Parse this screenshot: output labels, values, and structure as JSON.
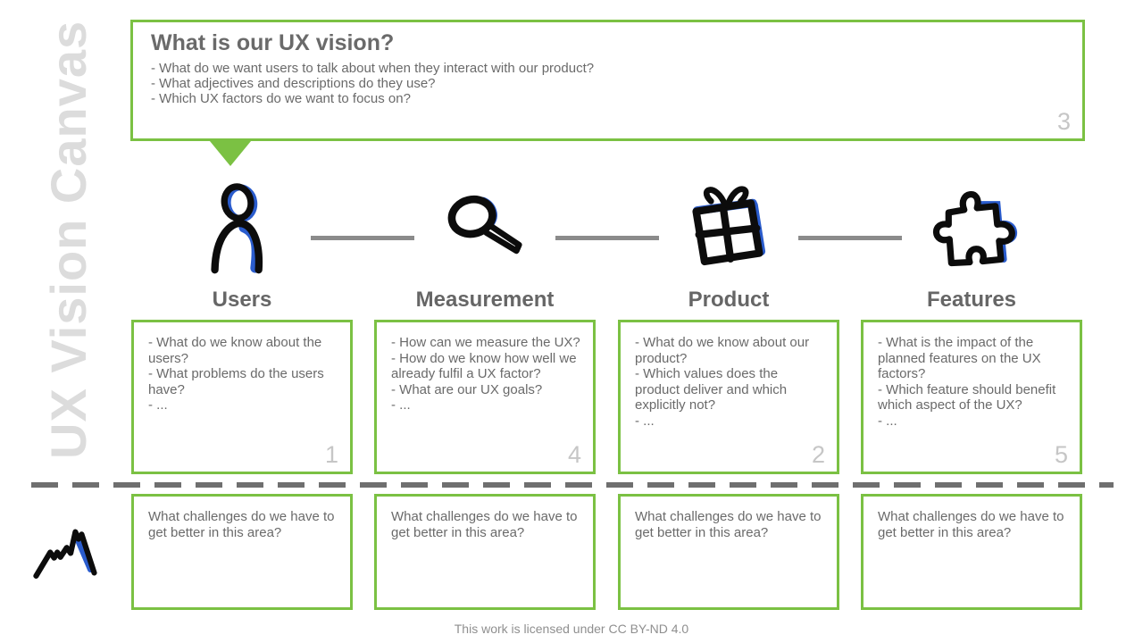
{
  "canvas_title": "UX Vision Canvas",
  "vision_box": {
    "title": "What is our UX vision?",
    "bullets": [
      "- What do we want users to talk about when they interact with our product?",
      "- What adjectives and descriptions do they use?",
      "- Which UX factors do we want to focus on?"
    ],
    "number": "3"
  },
  "columns": [
    {
      "label": "Users",
      "icon": "person-icon",
      "questions": [
        "- What do we know about the users?",
        "- What problems do the users have?",
        "- ..."
      ],
      "number": "1"
    },
    {
      "label": "Measurement",
      "icon": "magnifier-icon",
      "questions": [
        "- How can we measure the UX?",
        "- How do we know how well we already fulfil a UX factor?",
        "- What are our UX goals?",
        "- ..."
      ],
      "number": "4"
    },
    {
      "label": "Product",
      "icon": "gift-icon",
      "questions": [
        "- What do we know about our product?",
        "- Which values does the product deliver and which explicitly not?",
        "- ..."
      ],
      "number": "2"
    },
    {
      "label": "Features",
      "icon": "puzzle-icon",
      "questions": [
        "- What is the impact of the planned features on the UX factors?",
        "- Which feature should benefit which aspect of the UX?",
        "- ..."
      ],
      "number": "5"
    }
  ],
  "challenge_prompt": "What challenges do we have to get better in this area?",
  "footer": {
    "license_text": "This work is licensed under CC BY-ND 4.0"
  },
  "colors": {
    "accent_green": "#7bc143",
    "accent_blue": "#2a5ccd",
    "text_gray": "#6a6a6a",
    "number_gray": "#c6c6c6",
    "watermark_gray": "#dcdcdc",
    "connector_gray": "#8b8b8b"
  }
}
